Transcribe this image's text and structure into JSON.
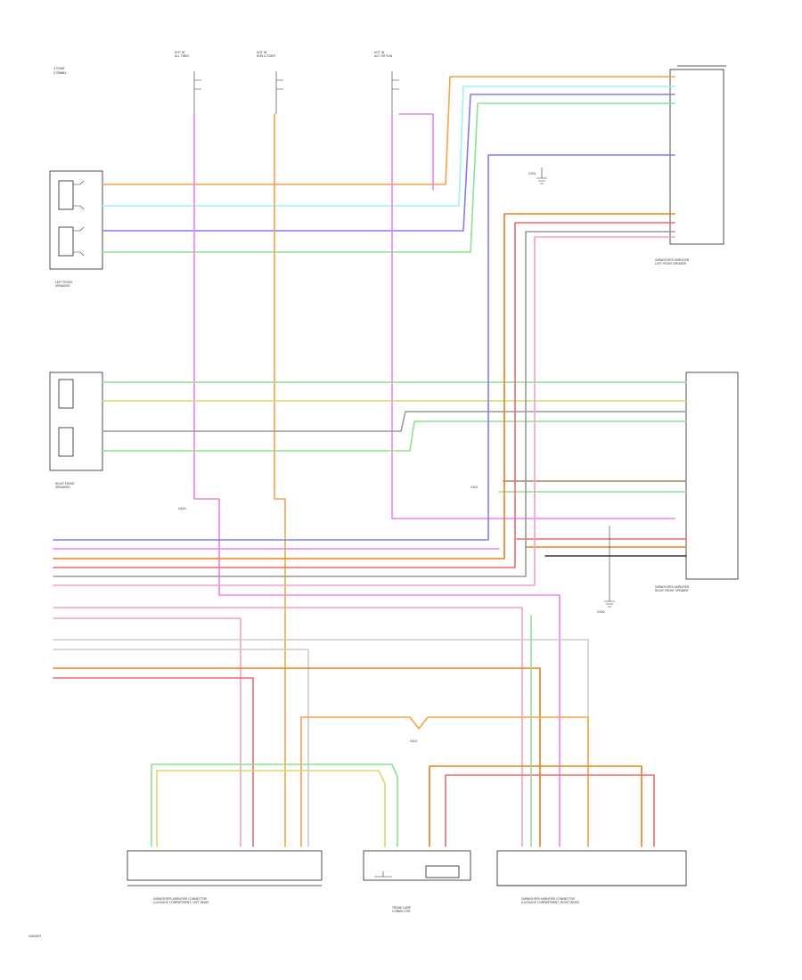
{
  "diagram_id": "G00497",
  "components": {
    "left_front": "LEFT FRONT\nSPEAKERS",
    "right_front": "RIGHT FRONT\nSPEAKERS",
    "front_left_amp": "SUBWOOFER AMPLIFIER\nLEFT FRONT SPEAKER",
    "front_right_amp": "SUBWOOFER AMPLIFIER\nRIGHT FRONT SPEAKER",
    "rear_left_conn": "SUBWOOFER AMPLIFIER CONNECTOR\n(LUGGAGE COMPARTMENT, LEFT REAR)",
    "trunk_lid": "TRUNK LAMP\nCONNECTOR",
    "rear_right_conn": "SUBWOOFER AMPLIFIER CONNECTOR\n(LUGGAGE COMPARTMENT, RIGHT REAR)"
  },
  "fuses": [
    {
      "label": "HOT AT\nALL TIMES"
    },
    {
      "label": "HOT IN\nRUN & START"
    },
    {
      "label": "HOT IN\nACC OR RUN"
    }
  ],
  "ground_labels": [
    "G302",
    "G300",
    "G301",
    "G401",
    "G400"
  ],
  "wire_colors": {
    "orange": "#f7a14b",
    "cyan": "#9ff0f0",
    "blue": "#7f7ff0",
    "green": "#8fe08f",
    "magenta": "#f07ff0",
    "yellow": "#d8d86a",
    "red": "#f06a6a",
    "gray": "#999999",
    "black": "#333333",
    "pink": "#f4a0c8",
    "darkorange": "#e8801a",
    "lightgray": "#cccccc",
    "brown": "#b08050"
  }
}
